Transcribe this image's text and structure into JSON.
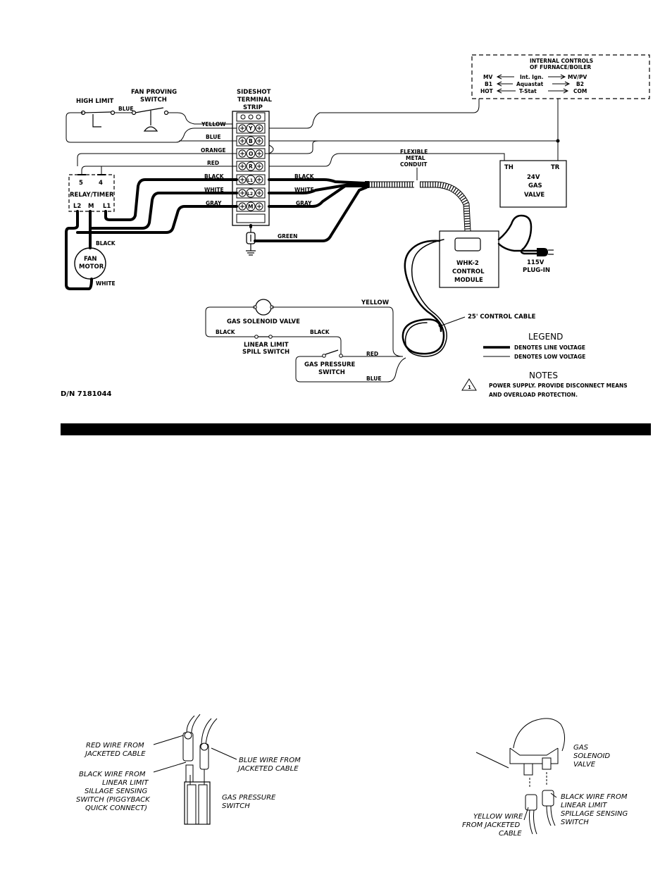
{
  "diagram": {
    "internal_controls": {
      "title1": "INTERNAL CONTROLS",
      "title2": "OF FURNACE/BOILER",
      "rows": [
        {
          "left": "MV",
          "mid": "Int. Ign.",
          "right": "MV/PV"
        },
        {
          "left": "B1",
          "mid": "Aquastat",
          "right": "B2"
        },
        {
          "left": "HOT",
          "mid": "T-Stat",
          "right": "COM"
        }
      ]
    },
    "high_limit": "HIGH LIMIT",
    "fan_proving_1": "FAN PROVING",
    "fan_proving_2": "SWITCH",
    "blue_top": "BLUE",
    "terminal_1": "SIDESHOT",
    "terminal_2": "TERMINAL",
    "terminal_3": "STRIP",
    "terminal_letters": [
      "Y",
      "B",
      "O",
      "R",
      "L1",
      "L2",
      "M"
    ],
    "wire_left": [
      "YELLOW",
      "BLUE",
      "ORANGE",
      "RED",
      "BLACK",
      "WHITE",
      "GRAY"
    ],
    "wire_right": [
      "BLACK",
      "WHITE",
      "GRAY"
    ],
    "green": "GREEN",
    "relay": {
      "pin5": "5",
      "pin4": "4",
      "label": "RELAY/TIMER",
      "l2": "L2",
      "m": "M",
      "l1": "L1"
    },
    "fan_motor_1": "FAN",
    "fan_motor_2": "MOTOR",
    "motor_black": "BLACK",
    "motor_white": "WHITE",
    "conduit_1": "FLEXIBLE",
    "conduit_2": "METAL",
    "conduit_3": "CONDUIT",
    "valve": {
      "th": "TH",
      "tr": "TR",
      "l1": "24V",
      "l2": "GAS",
      "l3": "VALVE"
    },
    "module": {
      "l1": "WHK-2",
      "l2": "CONTROL",
      "l3": "MODULE"
    },
    "plug_1": "115V",
    "plug_2": "PLUG-IN",
    "control_cable": "25' CONTROL CABLE",
    "gas_solenoid": "GAS SOLENOID VALVE",
    "yellow_bottom": "YELLOW",
    "black_1": "BLACK",
    "black_2": "BLACK",
    "linear_1": "LINEAR LIMIT",
    "linear_2": "SPILL SWITCH",
    "red_bottom": "RED",
    "gps_1": "GAS PRESSURE",
    "gps_2": "SWITCH",
    "blue_bottom": "BLUE",
    "legend_title": "LEGEND",
    "legend_line": "DENOTES LINE VOLTAGE",
    "legend_low": "DENOTES LOW VOLTAGE",
    "notes_title": "NOTES",
    "note_symbol": "1",
    "note_1": "POWER SUPPLY. PROVIDE DISCONNECT MEANS",
    "note_2": "AND OVERLOAD PROTECTION.",
    "part_number": "D/N 7181044"
  },
  "detail_left": {
    "red_1": "RED WIRE FROM",
    "red_2": "JACKETED CABLE",
    "blue_1": "BLUE WIRE FROM",
    "blue_2": "JACKETED CABLE",
    "black_1": "BLACK WIRE FROM",
    "black_2": "LINEAR LIMIT",
    "black_3": "SILLAGE SENSING",
    "black_4": "SWITCH (PIGGYBACK",
    "black_5": "QUICK CONNECT)",
    "gps_1": "GAS PRESSURE",
    "gps_2": "SWITCH"
  },
  "detail_right": {
    "gsv_1": "GAS",
    "gsv_2": "SOLENOID",
    "gsv_3": "VALVE",
    "black_1": "BLACK WIRE FROM",
    "black_2": "LINEAR LIMIT",
    "black_3": "SPILLAGE SENSING",
    "black_4": "SWITCH",
    "yellow_1": "YELLOW WIRE",
    "yellow_2": "FROM JACKETED",
    "yellow_3": "CABLE"
  },
  "colors": {
    "ink": "#000000",
    "paper": "#ffffff"
  }
}
